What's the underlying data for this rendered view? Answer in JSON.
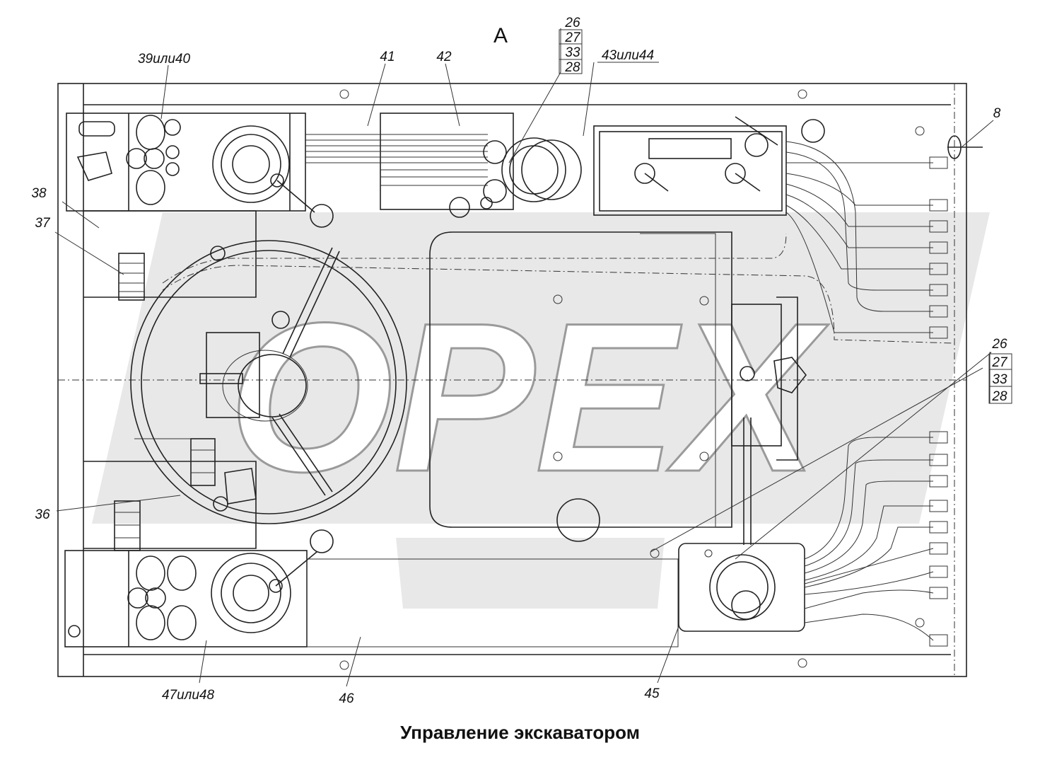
{
  "view_label": "А",
  "caption": "Управление экскаватором",
  "watermark": "OPEX",
  "callouts": {
    "c39_40": "39или40",
    "c41": "41",
    "c42": "42",
    "c43_44": "43или44",
    "c8": "8",
    "c38": "38",
    "c37": "37",
    "c36": "36",
    "c47_48": "47или48",
    "c46": "46",
    "c45": "45",
    "stack_top": [
      "26",
      "27",
      "33",
      "28"
    ],
    "stack_right": [
      "26",
      "27",
      "33",
      "28"
    ]
  },
  "colors": {
    "line": "#222222",
    "watermark": "#d6d6d6",
    "background": "#ffffff"
  }
}
